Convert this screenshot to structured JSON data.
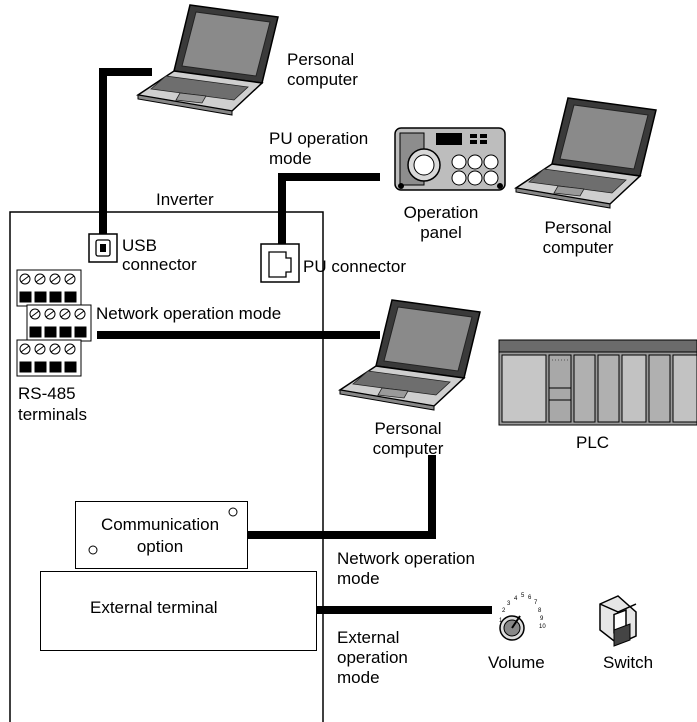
{
  "labels": {
    "inverter": "Inverter",
    "usb_connector": "USB\nconnector",
    "pu_connector": "PU connector",
    "rs485_terminals": "RS-485\nterminals",
    "network_operation_mode_top": "Network operation mode",
    "pu_operation_mode": "PU operation\nmode",
    "operation_panel": "Operation\npanel",
    "pc_top": "Personal\ncomputer",
    "pc_right": "Personal\ncomputer",
    "pc_middle": "Personal\ncomputer",
    "plc": "PLC",
    "communication_option": "Communication\noption",
    "network_operation_mode_bottom": "Network operation\nmode",
    "external_terminal": "External terminal",
    "external_operation_mode": "External\noperation\nmode",
    "volume": "Volume",
    "switch": "Switch"
  },
  "volume_dial_ticks": [
    "1",
    "2",
    "3",
    "4",
    "5",
    "6",
    "7",
    "8",
    "9",
    "10"
  ]
}
